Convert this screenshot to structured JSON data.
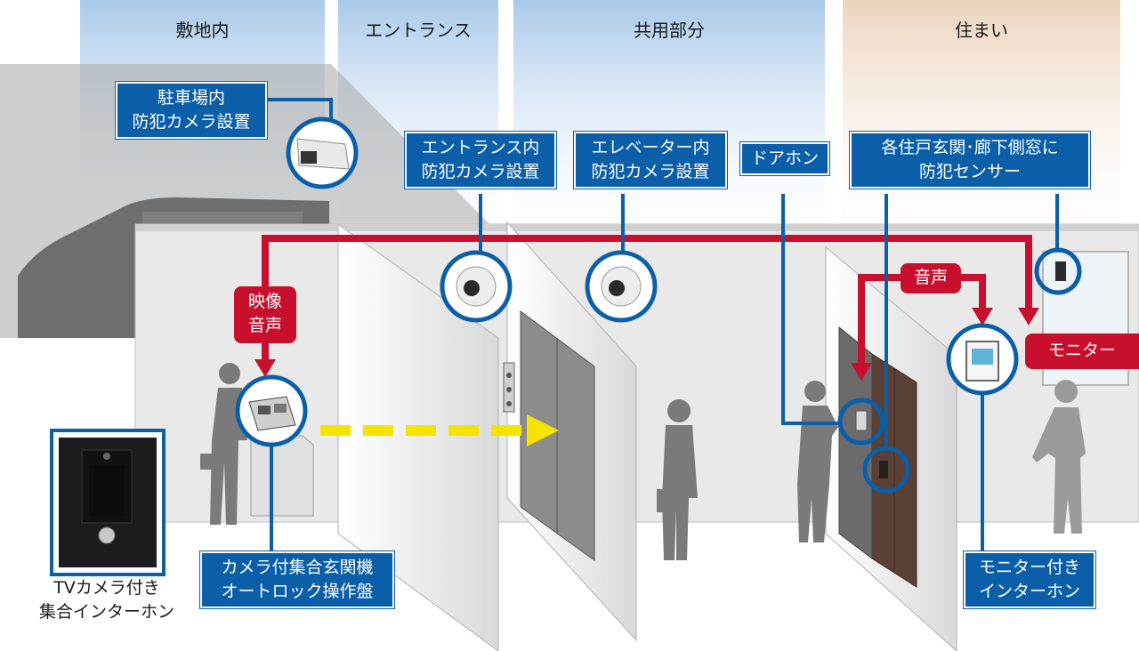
{
  "zones": [
    {
      "id": "grounds",
      "label": "敷地内"
    },
    {
      "id": "entrance",
      "label": "エントランス"
    },
    {
      "id": "common",
      "label": "共用部分"
    },
    {
      "id": "residence",
      "label": "住まい"
    }
  ],
  "labels": {
    "parking_camera": "駐車場内\n防犯カメラ設置",
    "entrance_camera": "エントランス内\n防犯カメラ設置",
    "elevator_camera": "エレベーター内\n防犯カメラ設置",
    "door_phone": "ドアホン",
    "sensor": "各住戸玄関･廊下側窓に\n防犯センサー",
    "video_audio": "映像\n音声",
    "audio": "音声",
    "monitor": "モニター",
    "entrance_panel": "カメラ付集合玄関機\nオートロック操作盤",
    "tv_intercom": "TVカメラ付き\n集合インターホン",
    "monitor_intercom": "モニター付き\nインターホン"
  },
  "colors": {
    "callout_blue": "#0a5fa8",
    "signal_red": "#c8102e",
    "arrow_yellow": "#f5e400"
  },
  "icons": [
    "car-icon",
    "bullet-camera-icon",
    "dome-camera-icon",
    "intercom-panel-icon",
    "monitor-intercom-icon",
    "person-icon",
    "elevator-icon",
    "door-icon",
    "window-sensor-icon"
  ]
}
